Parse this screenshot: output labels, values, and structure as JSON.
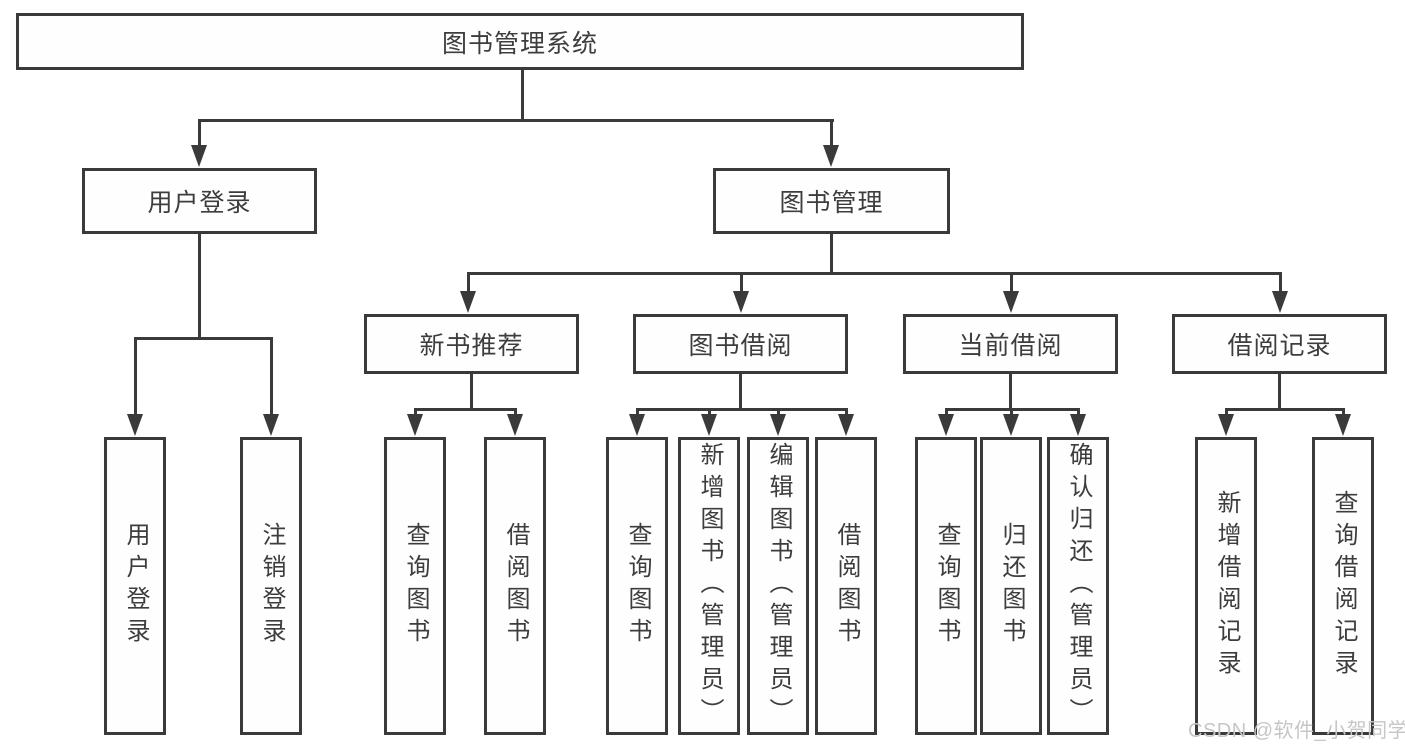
{
  "tree": {
    "root": {
      "label": "图书管理系统"
    },
    "children": [
      {
        "label": "用户登录",
        "children": [
          {
            "label": "用户登录"
          },
          {
            "label": "注销登录"
          }
        ]
      },
      {
        "label": "图书管理",
        "children": [
          {
            "label": "新书推荐",
            "children": [
              {
                "label": "查询图书"
              },
              {
                "label": "借阅图书"
              }
            ]
          },
          {
            "label": "图书借阅",
            "children": [
              {
                "label": "查询图书"
              },
              {
                "label": "新增图书（管理员）"
              },
              {
                "label": "编辑图书（管理员）"
              },
              {
                "label": "借阅图书"
              }
            ]
          },
          {
            "label": "当前借阅",
            "children": [
              {
                "label": "查询图书"
              },
              {
                "label": "归还图书"
              },
              {
                "label": "确认归还（管理员）"
              }
            ]
          },
          {
            "label": "借阅记录",
            "children": [
              {
                "label": "新增借阅记录"
              },
              {
                "label": "查询借阅记录"
              }
            ]
          }
        ]
      }
    ]
  },
  "watermark": {
    "text": "CSDN @软件_小贺同学"
  },
  "colors": {
    "line": "#3a3a3a",
    "text": "#3d3d3d",
    "box_background": "#fefefe",
    "page_background": "#ffffff",
    "watermark": "#c6c6c6"
  }
}
